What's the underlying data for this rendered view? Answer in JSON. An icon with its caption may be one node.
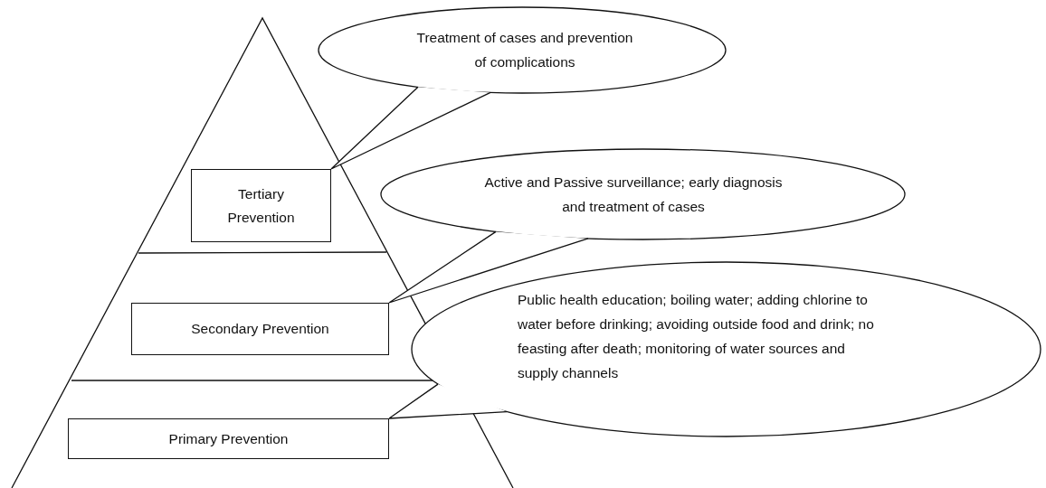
{
  "diagram": {
    "nodes": [
      {
        "text": [
          "Treatment of cases and prevention of complications"
        ]
      },
      {
        "text": [
          "Tertiary Prevention"
        ]
      },
      {
        "text": [
          "Active and Passive surveillance; early diagnosis and treatment of cases"
        ]
      },
      {
        "text": [
          "Secondary Prevention"
        ]
      },
      {
        "text": [
          "Public health education; boiling water; adding chlorine to water before drinking; avoiding outside food and drink; no feasting after death; monitoring of water sources and supply channels"
        ]
      },
      {
        "text": [
          "Primary Prevention"
        ]
      }
    ],
    "edges": [
      {
        "from": 0,
        "to": 1,
        "arrow": "none"
      },
      {
        "from": 2,
        "to": 3,
        "arrow": "none"
      },
      {
        "from": 4,
        "to": 5,
        "arrow": "none"
      }
    ]
  }
}
